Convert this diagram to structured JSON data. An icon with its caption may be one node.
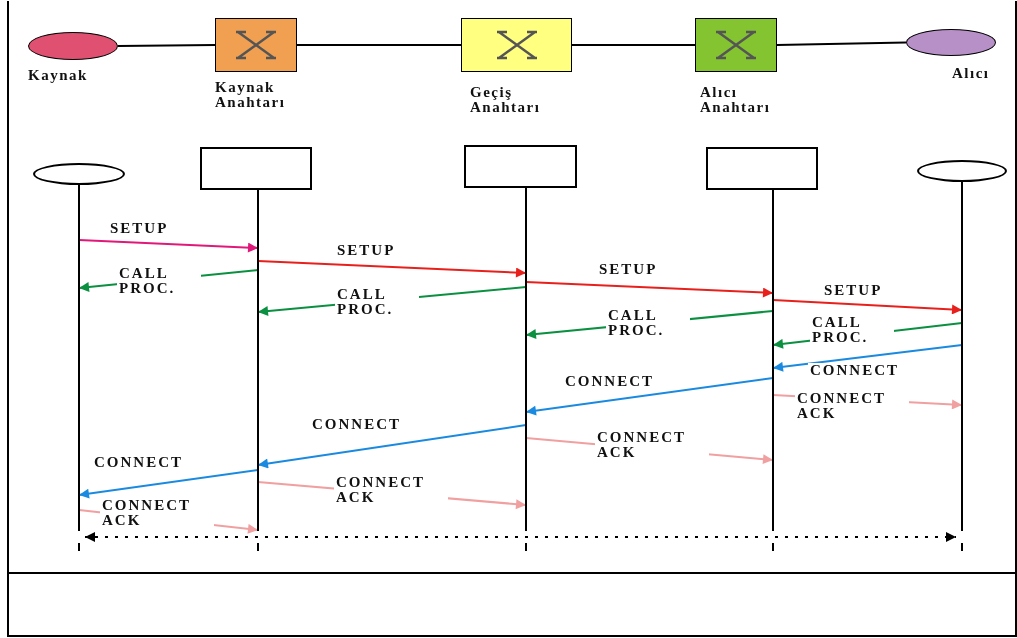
{
  "diagram": {
    "nodes": [
      {
        "text": [
          "Kaynak"
        ]
      },
      {
        "text": [
          "Kaynak Anahtarı"
        ]
      },
      {
        "text": [
          "Geçiş Anahtarı"
        ]
      },
      {
        "text": [
          "Alıcı Anahtarı"
        ]
      },
      {
        "text": [
          "Alıcı"
        ]
      },
      {
        "text": [],
        "shape": "circle"
      },
      {
        "text": [],
        "shape": "box"
      },
      {
        "text": [],
        "shape": "box"
      },
      {
        "text": [],
        "shape": "box"
      },
      {
        "text": [],
        "shape": "circle"
      }
    ],
    "edges": [
      {
        "from": 0,
        "to": 1,
        "arrow": "none"
      },
      {
        "from": 1,
        "to": 2,
        "arrow": "none"
      },
      {
        "from": 2,
        "to": 3,
        "arrow": "none"
      },
      {
        "from": 3,
        "to": 4,
        "arrow": "none"
      },
      {
        "from": 5,
        "to": 6,
        "arrow": "to",
        "label": "SETUP",
        "color": "#e0187a"
      },
      {
        "from": 6,
        "to": 7,
        "arrow": "to",
        "label": "SETUP",
        "color": "#e8201c"
      },
      {
        "from": 6,
        "to": 5,
        "arrow": "to",
        "label": "CALL PROC.",
        "color": "#0a9040"
      },
      {
        "from": 7,
        "to": 8,
        "arrow": "to",
        "label": "SETUP",
        "color": "#e8201c"
      },
      {
        "from": 7,
        "to": 6,
        "arrow": "to",
        "label": "CALL PROC.",
        "color": "#0a9040"
      },
      {
        "from": 8,
        "to": 9,
        "arrow": "to",
        "label": "SETUP",
        "color": "#e8201c"
      },
      {
        "from": 8,
        "to": 7,
        "arrow": "to",
        "label": "CALL PROC.",
        "color": "#0a9040"
      },
      {
        "from": 9,
        "to": 8,
        "arrow": "to",
        "label": "CALL PROC.",
        "color": "#0a9040"
      },
      {
        "from": 9,
        "to": 8,
        "arrow": "to",
        "label": "CONNECT",
        "color": "#1a8ae0"
      },
      {
        "from": 8,
        "to": 7,
        "arrow": "to",
        "label": "CONNECT",
        "color": "#1a8ae0"
      },
      {
        "from": 8,
        "to": 9,
        "arrow": "to",
        "label": "CONNECT ACK",
        "color": "#f0a0a0"
      },
      {
        "from": 7,
        "to": 6,
        "arrow": "to",
        "label": "CONNECT",
        "color": "#1a8ae0"
      },
      {
        "from": 7,
        "to": 8,
        "arrow": "to",
        "label": "CONNECT ACK",
        "color": "#f0a0a0"
      },
      {
        "from": 6,
        "to": 5,
        "arrow": "to",
        "label": "CONNECT",
        "color": "#1a8ae0"
      },
      {
        "from": 6,
        "to": 7,
        "arrow": "to",
        "label": "CONNECT ACK",
        "color": "#f0a0a0"
      },
      {
        "from": 5,
        "to": 6,
        "arrow": "to",
        "label": "CONNECT ACK",
        "color": "#f0a0a0"
      },
      {
        "from": 5,
        "to": 9,
        "arrow": "both",
        "style": "dashed"
      }
    ]
  }
}
